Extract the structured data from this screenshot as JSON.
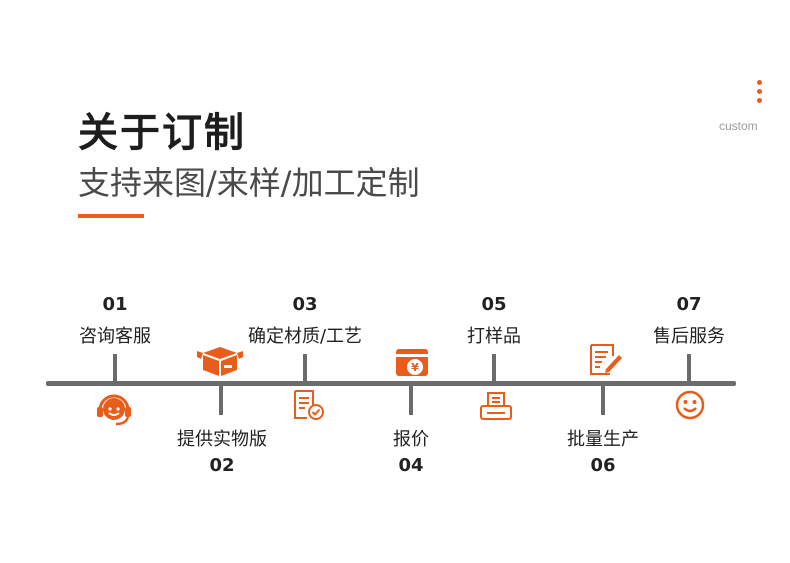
{
  "header": {
    "title": "关于订制",
    "subtitle": "支持来图/来样/加工定制",
    "tag": "custom"
  },
  "colors": {
    "accent": "#e85d1c",
    "line": "#6b6b6b",
    "text": "#222222"
  },
  "steps": [
    {
      "num": "01",
      "label": "咨询客服",
      "icon": "headset-icon"
    },
    {
      "num": "02",
      "label": "提供实物版",
      "icon": "box-icon"
    },
    {
      "num": "03",
      "label": "确定材质/工艺",
      "icon": "checklist-icon"
    },
    {
      "num": "04",
      "label": "报价",
      "icon": "price-card-icon"
    },
    {
      "num": "05",
      "label": "打样品",
      "icon": "printer-icon"
    },
    {
      "num": "06",
      "label": "批量生产",
      "icon": "edit-document-icon"
    },
    {
      "num": "07",
      "label": "售后服务",
      "icon": "smile-icon"
    }
  ]
}
